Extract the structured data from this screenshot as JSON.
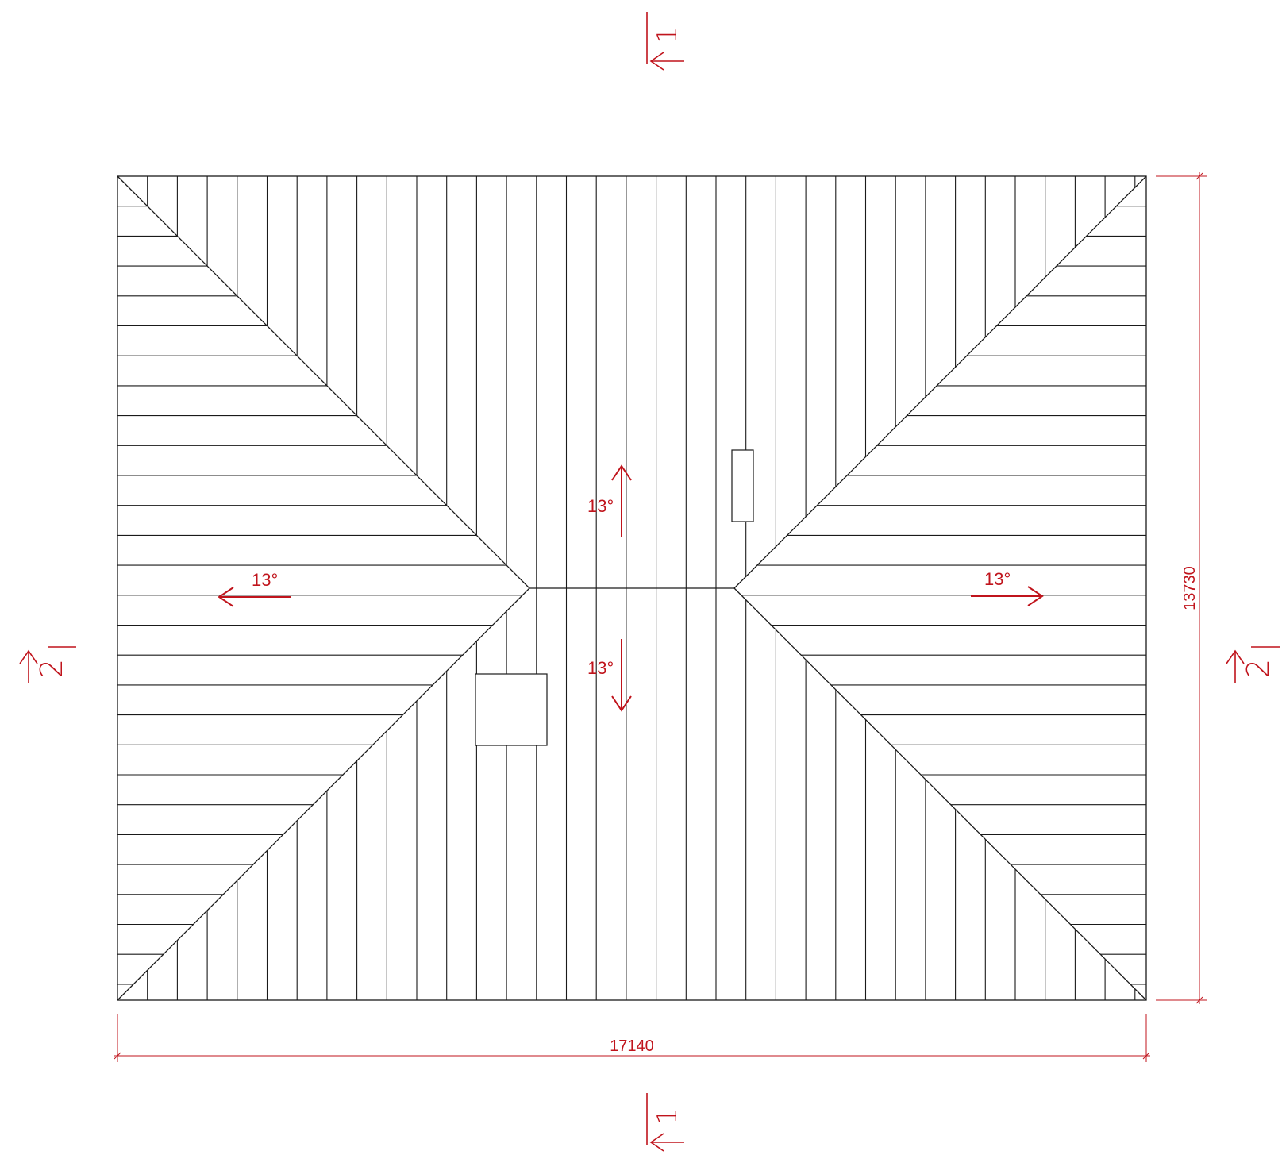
{
  "drawing": {
    "type": "hip roof plan",
    "dimensions": {
      "width_label": "17140",
      "height_label": "13730"
    },
    "slopes": [
      {
        "id": "up",
        "label": "13°",
        "direction": "up"
      },
      {
        "id": "down",
        "label": "13°",
        "direction": "down"
      },
      {
        "id": "left",
        "label": "13°",
        "direction": "left"
      },
      {
        "id": "right",
        "label": "13°",
        "direction": "right"
      }
    ],
    "section_marks": [
      {
        "id": "top",
        "label": "1"
      },
      {
        "id": "bottom",
        "label": "1"
      },
      {
        "id": "left",
        "label": "2"
      },
      {
        "id": "right",
        "label": "2"
      }
    ],
    "colors": {
      "lines": "#1a1a1a",
      "annotation": "#c0141c"
    }
  }
}
